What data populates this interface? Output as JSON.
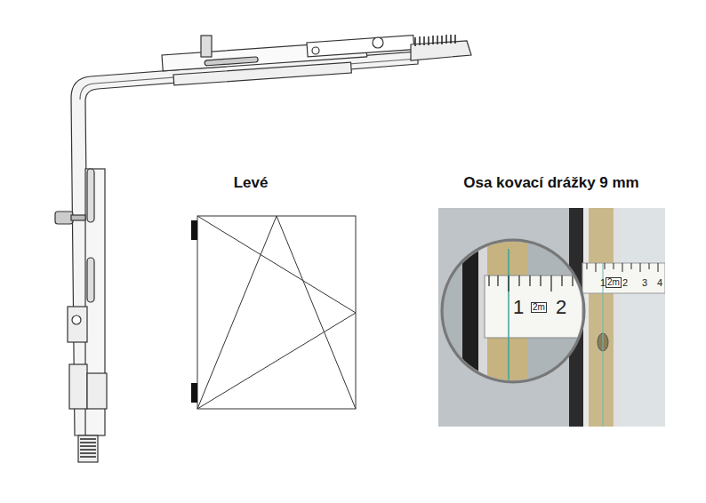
{
  "diagram": {
    "labels": [
      "Levé",
      "Osa kovací drážky 9 mm",
      "1",
      "2m",
      "2",
      "1",
      "2m",
      "2",
      "3",
      "4"
    ]
  }
}
